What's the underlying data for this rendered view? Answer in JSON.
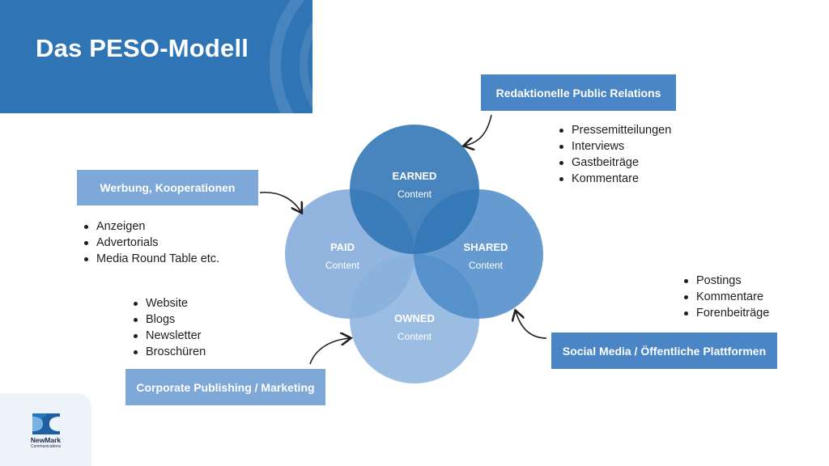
{
  "header": {
    "title": "Das PESO-Modell"
  },
  "colors": {
    "header": "#2f74b5",
    "earned": "#2f74b5",
    "paid": "#7ea8d8",
    "shared": "#4a8ac8",
    "owned": "#8ab2dc",
    "box_dark": "#4a86c5",
    "box_light": "#7ea8d8"
  },
  "circles": {
    "earned": {
      "title": "EARNED",
      "subtitle": "Content"
    },
    "paid": {
      "title": "PAID",
      "subtitle": "Content"
    },
    "shared": {
      "title": "SHARED",
      "subtitle": "Content"
    },
    "owned": {
      "title": "OWNED",
      "subtitle": "Content"
    }
  },
  "boxes": {
    "earned": "Redaktionelle Public Relations",
    "paid": "Werbung, Kooperationen",
    "owned": "Corporate Publishing / Marketing",
    "shared": "Social Media / Öffentliche Plattformen"
  },
  "lists": {
    "earned": [
      "Pressemitteilungen",
      "Interviews",
      "Gastbeiträge",
      "Kommentare"
    ],
    "paid": [
      "Anzeigen",
      "Advertorials",
      "Media Round Table etc."
    ],
    "owned": [
      "Website",
      "Blogs",
      "Newsletter",
      "Broschüren"
    ],
    "shared": [
      "Postings",
      "Kommentare",
      "Forenbeiträge"
    ]
  },
  "logo": {
    "name": "NewMark",
    "tagline": "Communications"
  }
}
